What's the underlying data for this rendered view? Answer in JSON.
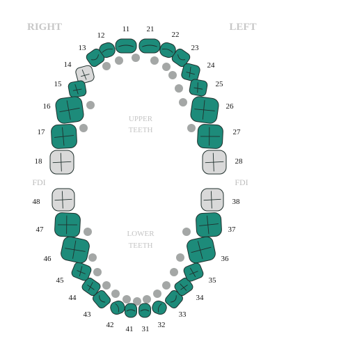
{
  "labels": {
    "right": "RIGHT",
    "left": "LEFT",
    "fdi_right": "FDI",
    "fdi_left": "FDI",
    "upper_line1": "UPPER",
    "upper_line2": "TEETH",
    "lower_line1": "LOWER",
    "lower_line2": "TEETH"
  },
  "colors": {
    "present": "#1d8b7a",
    "missing": "#d9d9d9",
    "dot": "#a4a7a6"
  },
  "teeth": [
    {
      "fdi": "11",
      "status": "present",
      "kind": "incisor"
    },
    {
      "fdi": "12",
      "status": "present",
      "kind": "incisor"
    },
    {
      "fdi": "13",
      "status": "present",
      "kind": "canine"
    },
    {
      "fdi": "14",
      "status": "missing",
      "kind": "premolar"
    },
    {
      "fdi": "15",
      "status": "present",
      "kind": "premolar"
    },
    {
      "fdi": "16",
      "status": "present",
      "kind": "molar"
    },
    {
      "fdi": "17",
      "status": "present",
      "kind": "molar"
    },
    {
      "fdi": "18",
      "status": "missing",
      "kind": "molar"
    },
    {
      "fdi": "21",
      "status": "present",
      "kind": "incisor"
    },
    {
      "fdi": "22",
      "status": "present",
      "kind": "incisor"
    },
    {
      "fdi": "23",
      "status": "present",
      "kind": "canine"
    },
    {
      "fdi": "24",
      "status": "present",
      "kind": "premolar"
    },
    {
      "fdi": "25",
      "status": "present",
      "kind": "premolar"
    },
    {
      "fdi": "26",
      "status": "present",
      "kind": "molar"
    },
    {
      "fdi": "27",
      "status": "present",
      "kind": "molar"
    },
    {
      "fdi": "28",
      "status": "missing",
      "kind": "molar"
    },
    {
      "fdi": "31",
      "status": "present",
      "kind": "incisor"
    },
    {
      "fdi": "32",
      "status": "present",
      "kind": "incisor"
    },
    {
      "fdi": "33",
      "status": "present",
      "kind": "canine"
    },
    {
      "fdi": "34",
      "status": "present",
      "kind": "premolar"
    },
    {
      "fdi": "35",
      "status": "present",
      "kind": "premolar"
    },
    {
      "fdi": "36",
      "status": "present",
      "kind": "molar"
    },
    {
      "fdi": "37",
      "status": "present",
      "kind": "molar"
    },
    {
      "fdi": "38",
      "status": "missing",
      "kind": "molar"
    },
    {
      "fdi": "41",
      "status": "present",
      "kind": "incisor"
    },
    {
      "fdi": "42",
      "status": "present",
      "kind": "incisor"
    },
    {
      "fdi": "43",
      "status": "present",
      "kind": "canine"
    },
    {
      "fdi": "44",
      "status": "present",
      "kind": "premolar"
    },
    {
      "fdi": "45",
      "status": "present",
      "kind": "premolar"
    },
    {
      "fdi": "46",
      "status": "present",
      "kind": "molar"
    },
    {
      "fdi": "47",
      "status": "present",
      "kind": "molar"
    },
    {
      "fdi": "48",
      "status": "missing",
      "kind": "molar"
    }
  ]
}
